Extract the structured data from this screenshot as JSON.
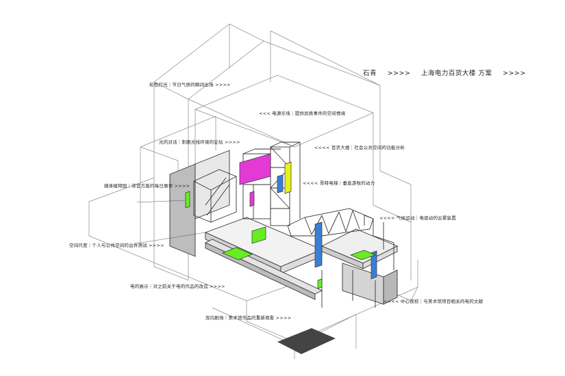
{
  "header": {
    "author": "石青",
    "arrow1": ">>>>",
    "project": "上海电力百货大楼 方案",
    "arrow2": ">>>>"
  },
  "labels": {
    "colored_light": "彩色灯光｜节日气质的瞬间出场 >>>>",
    "electro_music": "<<< 电源乐场｜提供异质事件的空间情境",
    "light_dialogue": "光的对话｜刺眼光线环境的论坛 >>>>",
    "department_store": "<<<< 百货大楼｜社会公共空间的功能分析",
    "media_plants": "媒体植物园｜非官方版的每日展评 >>>>",
    "escalator": "<<<< 哥特电梯｜垂直游牧的动力",
    "air_movement": "<<<< 气候运动｜电驱动的云雾装置",
    "space_scale": "空间尺度｜个人与公共空间的边界测试 >>>>",
    "electric_show": "电的展示｜对之前关于电的作品的改造 >>>>",
    "night_school": "<<<< 中心夜校｜与美术馆项目相关的电的文献",
    "two_way_theater": "双向剧场｜美术馆作品的重新观看 >>>>"
  },
  "colors": {
    "magenta": "#e33ad6",
    "lime": "#66ee22",
    "blue": "#3a7fd6",
    "yellow": "#e6f21a",
    "gray": "#bdbdbd",
    "line": "#333333"
  }
}
